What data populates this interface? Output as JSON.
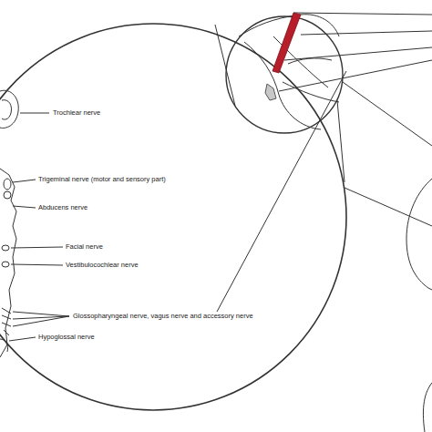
{
  "diagram": {
    "labels": [
      "Trochlear nerve",
      "Trigeminal nerve (motor and sensory part)",
      "Abducens nerve",
      "Facial nerve",
      "Vestibulocochlear nerve",
      "Glossopharyngeal nerve, vagus nerve and accessory nerve",
      "Hypoglossal nerve"
    ]
  }
}
